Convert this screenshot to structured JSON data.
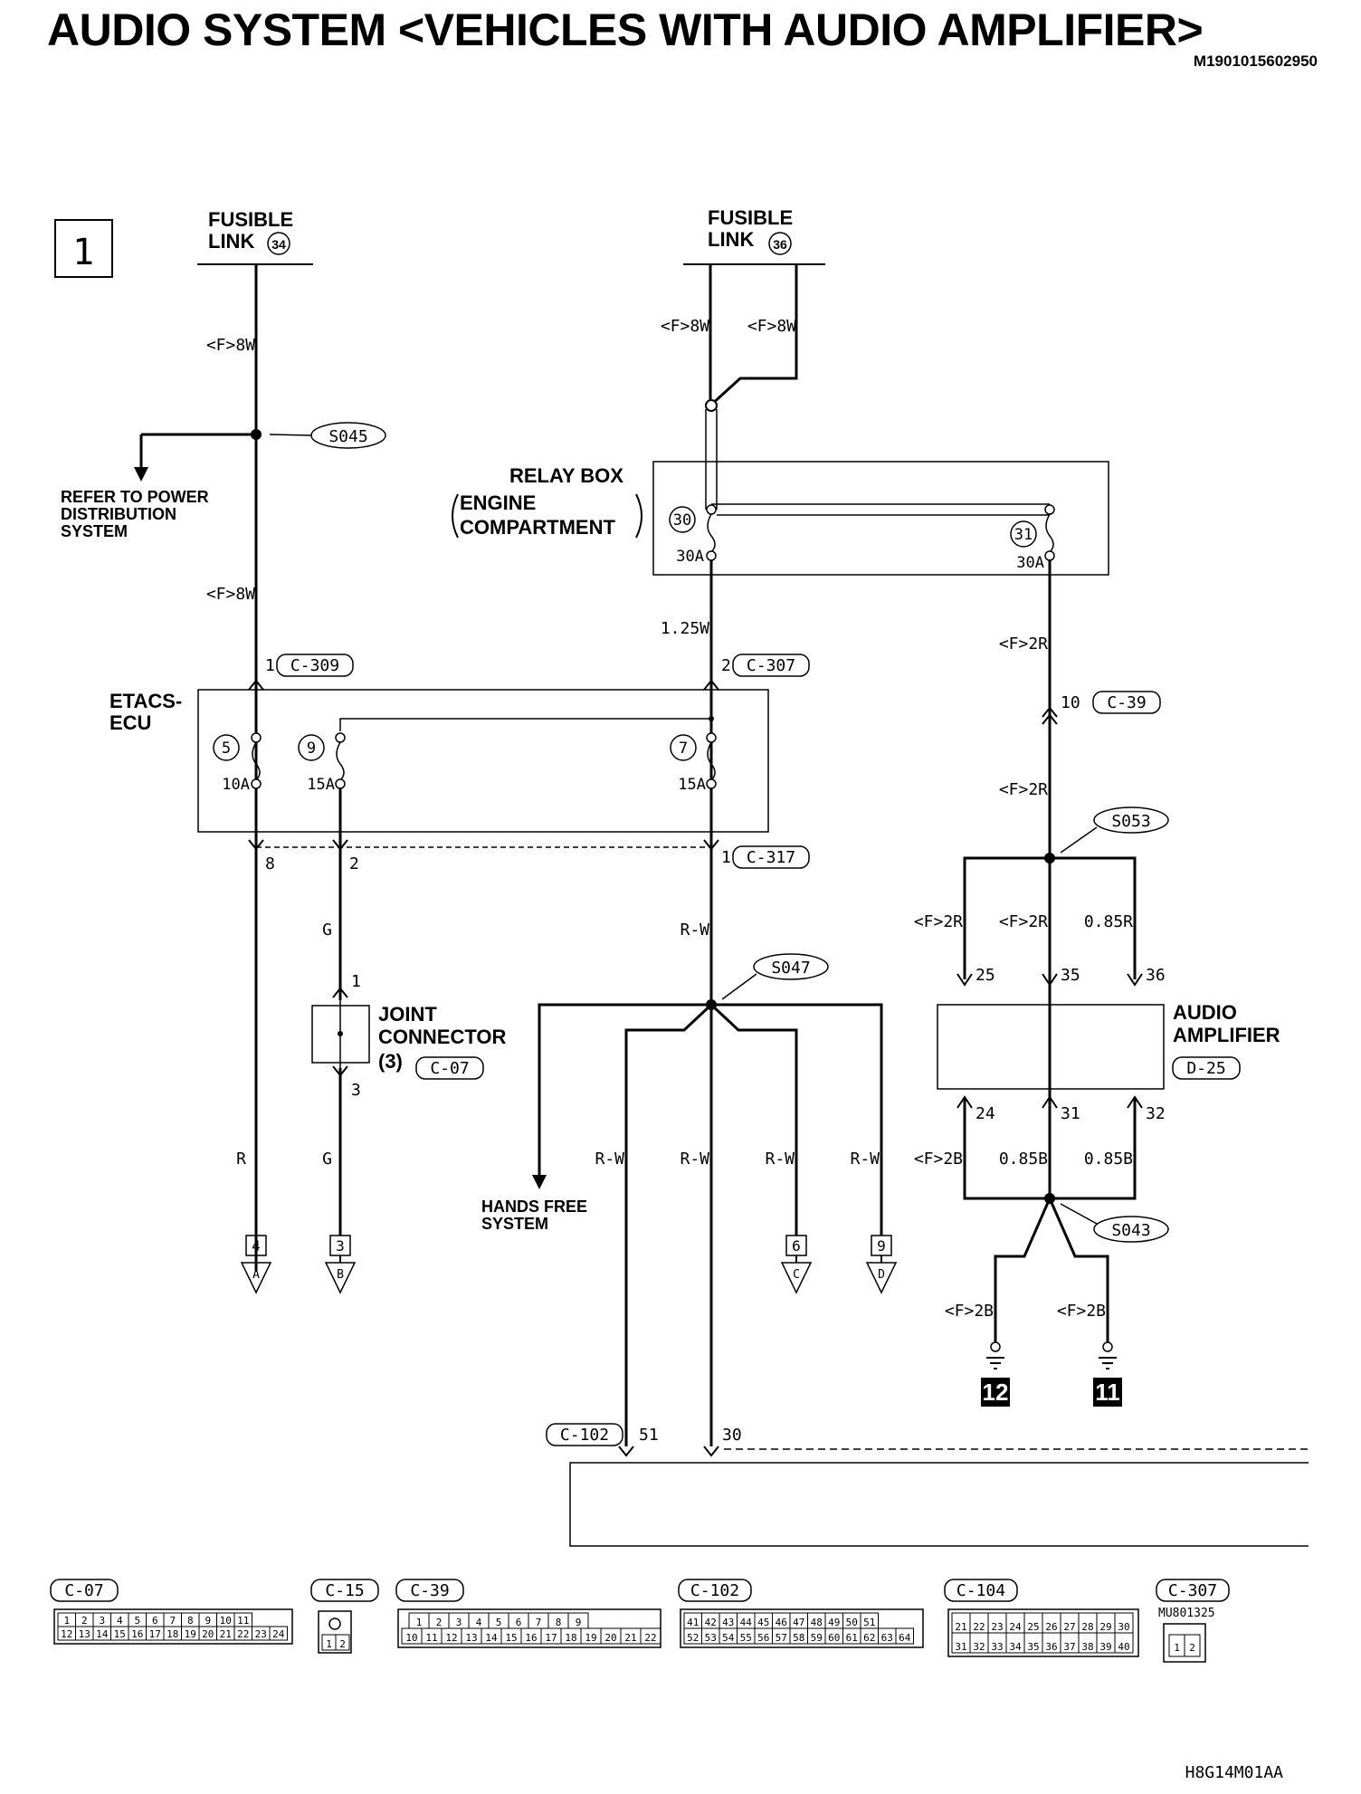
{
  "header": {
    "title": "AUDIO SYSTEM <VEHICLES WITH AUDIO AMPLIFIER>",
    "doc_id": "M1901015602950",
    "figure_id": "H8G14M01AA",
    "page_number": "1"
  },
  "power": {
    "fusible_link_left": {
      "label": "FUSIBLE",
      "label2": "LINK",
      "num": "34"
    },
    "fusible_link_right": {
      "label": "FUSIBLE",
      "label2": "LINK",
      "num": "36"
    }
  },
  "components": {
    "relay_box": {
      "label": "RELAY BOX",
      "sub1": "ENGINE",
      "sub2": "COMPARTMENT",
      "fuse_30": "30",
      "fuse_30_amp": "30A",
      "fuse_31": "31",
      "fuse_31_amp": "30A"
    },
    "etacs": {
      "label1": "ETACS-",
      "label2": "ECU",
      "fuse_5": "5",
      "fuse_5_amp": "10A",
      "fuse_9": "9",
      "fuse_9_amp": "15A",
      "fuse_7": "7",
      "fuse_7_amp": "15A"
    },
    "joint_connector": {
      "label1": "JOINT",
      "label2": "CONNECTOR",
      "label3": "(3)",
      "connector": "C-07",
      "pin_top": "1",
      "pin_bottom": "3"
    },
    "audio_amplifier": {
      "label1": "AUDIO",
      "label2": "AMPLIFIER",
      "connector": "D-25",
      "pins_top": [
        "25",
        "35",
        "36"
      ],
      "pins_bottom": [
        "24",
        "31",
        "32"
      ]
    },
    "refer_note": [
      "REFER TO POWER",
      "DISTRIBUTION",
      "SYSTEM"
    ],
    "hands_free": [
      "HANDS FREE",
      "SYSTEM"
    ]
  },
  "splices": [
    "S045",
    "S047",
    "S053",
    "S043"
  ],
  "connectors": {
    "c309": {
      "id": "C-309",
      "pin": "1"
    },
    "c307": {
      "id": "C-307",
      "pin": "2"
    },
    "c317": {
      "id": "C-317",
      "pins": [
        "8",
        "2",
        "1"
      ]
    },
    "c39": {
      "id": "C-39",
      "pin": "10"
    },
    "c102": {
      "id": "C-102",
      "pins": [
        "51",
        "30"
      ]
    }
  },
  "wires": {
    "f8w": "<F>8W",
    "w125": "1.25W",
    "f2r": "<F>2R",
    "r085": "0.85R",
    "f2b": "<F>2B",
    "b085": "0.85B",
    "g": "G",
    "r": "R",
    "rw": "R-W"
  },
  "offpage": [
    {
      "num": "4",
      "letter": "A"
    },
    {
      "num": "3",
      "letter": "B"
    },
    {
      "num": "6",
      "letter": "C"
    },
    {
      "num": "9",
      "letter": "D"
    }
  ],
  "grounds": [
    "12",
    "11"
  ],
  "connector_views": {
    "c07": {
      "id": "C-07",
      "row1": [
        "1",
        "2",
        "3",
        "4",
        "5",
        "6",
        "7",
        "8",
        "9",
        "10",
        "11"
      ],
      "row2": [
        "12",
        "13",
        "14",
        "15",
        "16",
        "17",
        "18",
        "19",
        "20",
        "21",
        "22",
        "23",
        "24"
      ]
    },
    "c15": {
      "id": "C-15",
      "pins": [
        "1",
        "2"
      ]
    },
    "c39": {
      "id": "C-39",
      "row1": [
        "1",
        "2",
        "3",
        "4",
        "5",
        "6",
        "7",
        "8",
        "9"
      ],
      "row2": [
        "10",
        "11",
        "12",
        "13",
        "14",
        "15",
        "16",
        "17",
        "18",
        "19",
        "20",
        "21",
        "22"
      ]
    },
    "c102": {
      "id": "C-102",
      "row1": [
        "41",
        "42",
        "43",
        "44",
        "45",
        "46",
        "47",
        "48",
        "49",
        "50",
        "51"
      ],
      "row2": [
        "52",
        "53",
        "54",
        "55",
        "56",
        "57",
        "58",
        "59",
        "60",
        "61",
        "62",
        "63",
        "64"
      ]
    },
    "c104": {
      "id": "C-104",
      "row1": [
        "21",
        "22",
        "23",
        "24",
        "25",
        "26",
        "27",
        "28",
        "29",
        "30"
      ],
      "row2": [
        "31",
        "32",
        "33",
        "34",
        "35",
        "36",
        "37",
        "38",
        "39",
        "40"
      ]
    },
    "c307": {
      "id": "C-307",
      "part": "MU801325",
      "pins": [
        "1",
        "2"
      ]
    }
  }
}
